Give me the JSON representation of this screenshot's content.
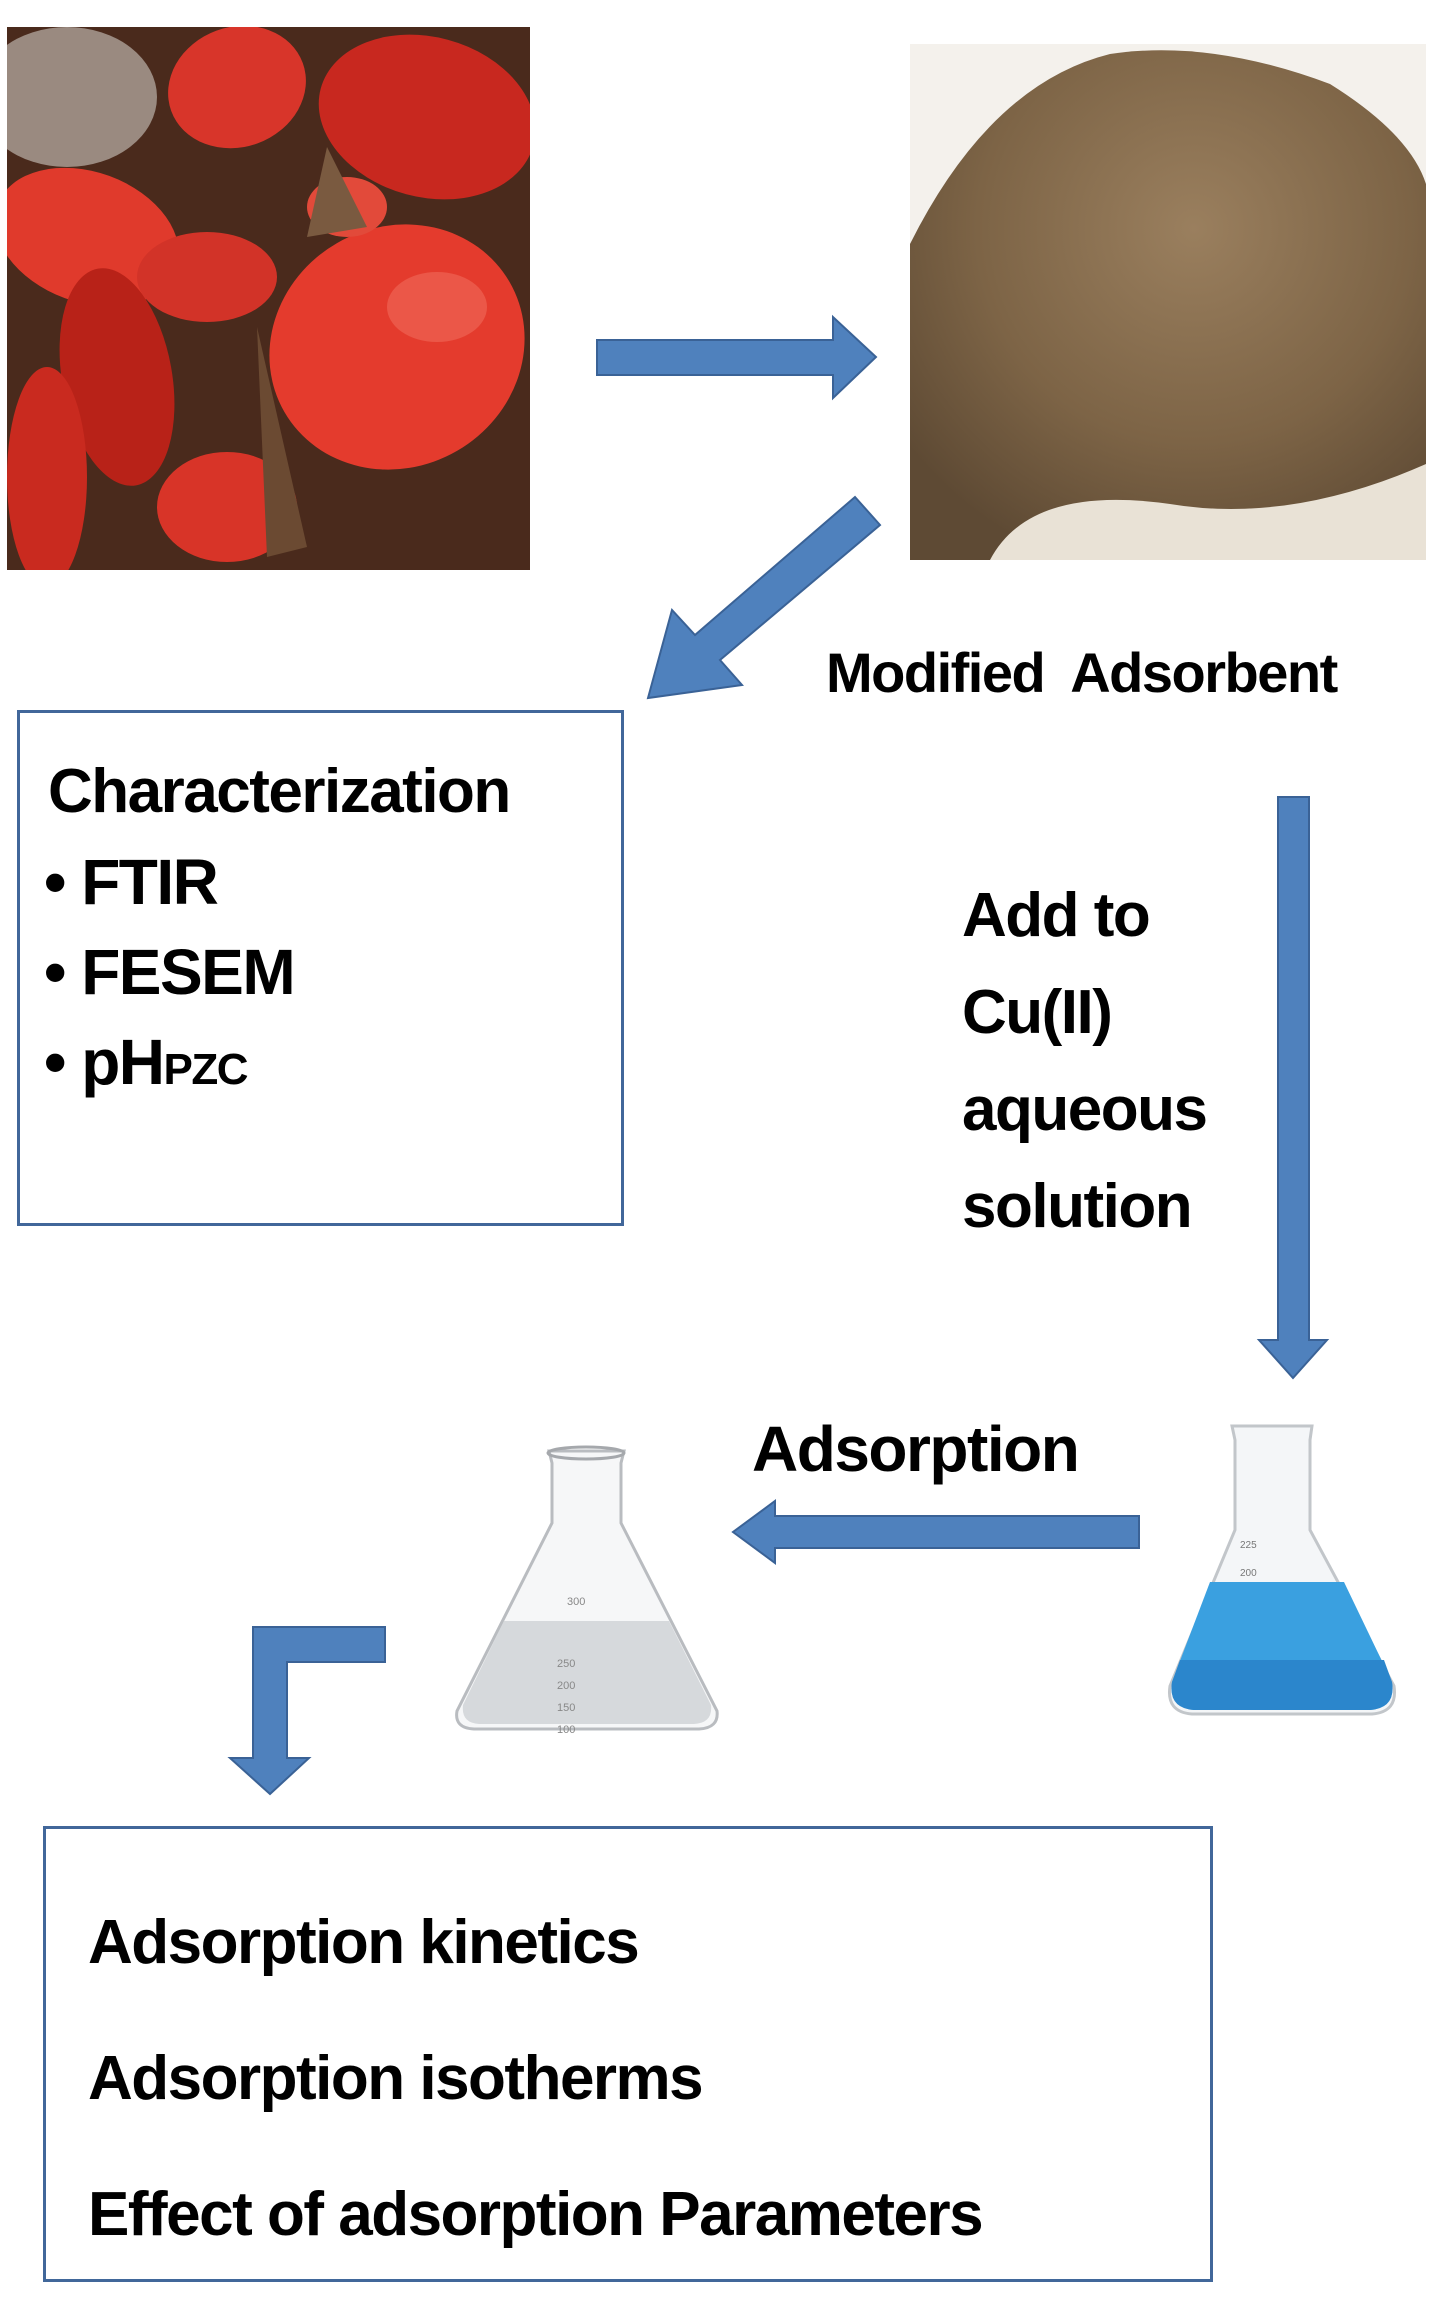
{
  "colors": {
    "arrow": "#4f81bd",
    "arrow_stroke": "#3a6296",
    "box_border": "#41679a",
    "copper_solution": "#3aa0e0"
  },
  "images": {
    "raw_fruit": "red-fruit-photo",
    "powder": "brown-powder-photo"
  },
  "labels": {
    "modified_adsorbent": "Modified  Adsorbent",
    "add_to": [
      "Add to",
      "Cu(II)",
      "aqueous",
      "solution"
    ],
    "adsorption": "Adsorption"
  },
  "characterization": {
    "title": "Characterization",
    "items": [
      {
        "bullet": "•",
        "main": "FTIR",
        "sub": ""
      },
      {
        "bullet": "•",
        "main": "FESEM",
        "sub": ""
      },
      {
        "bullet": "•",
        "main": "pH",
        "sub": "PZC"
      }
    ]
  },
  "flask_clear_marks": [
    "300",
    "250",
    "200",
    "150",
    "100"
  ],
  "flask_blue_marks": [
    "225",
    "200"
  ],
  "results": {
    "lines": [
      "Adsorption kinetics",
      "Adsorption isotherms",
      "Effect of adsorption Parameters"
    ]
  }
}
